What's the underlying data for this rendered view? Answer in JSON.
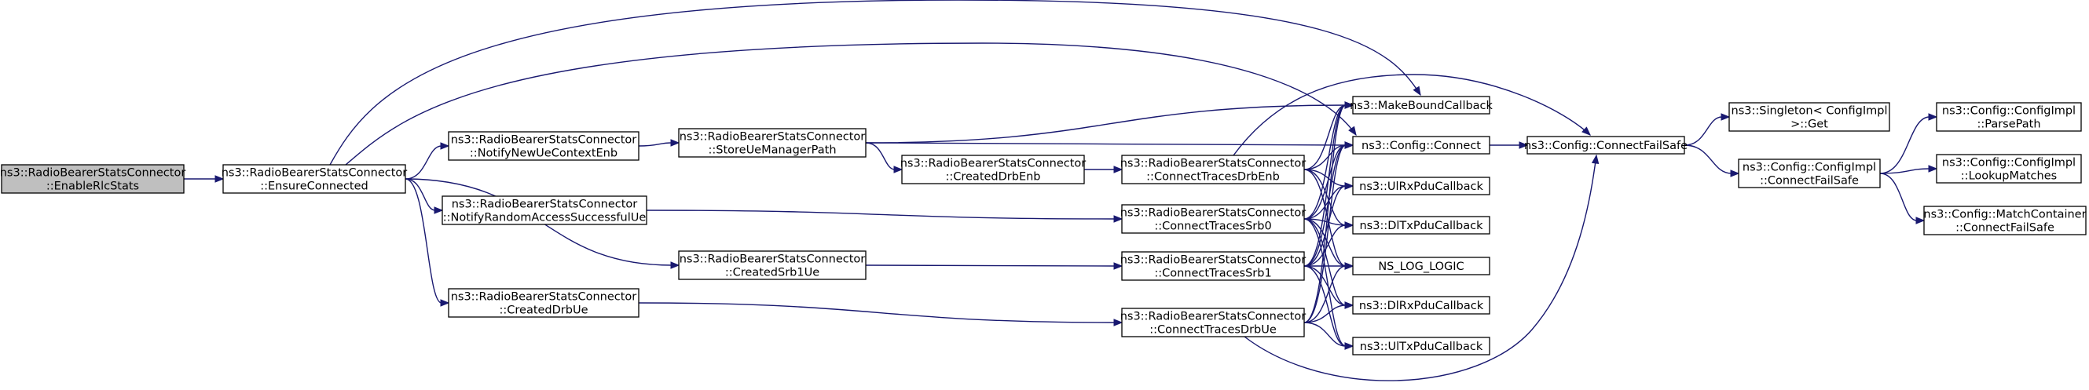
{
  "nodes": {
    "enable_rlc_stats": [
      "ns3::RadioBearerStatsConnector",
      "::EnableRlcStats"
    ],
    "ensure_connected": [
      "ns3::RadioBearerStatsConnector",
      "::EnsureConnected"
    ],
    "notify_new_ue_context_enb": [
      "ns3::RadioBearerStatsConnector",
      "::NotifyNewUeContextEnb"
    ],
    "notify_random_access_successful_ue": [
      "ns3::RadioBearerStatsConnector",
      "::NotifyRandomAccessSuccessfulUe"
    ],
    "created_drb_ue": [
      "ns3::RadioBearerStatsConnector",
      "::CreatedDrbUe"
    ],
    "store_ue_manager_path": [
      "ns3::RadioBearerStatsConnector",
      "::StoreUeManagerPath"
    ],
    "created_srb1_ue": [
      "ns3::RadioBearerStatsConnector",
      "::CreatedSrb1Ue"
    ],
    "created_drb_enb": [
      "ns3::RadioBearerStatsConnector",
      "::CreatedDrbEnb"
    ],
    "connect_traces_drb_enb": [
      "ns3::RadioBearerStatsConnector",
      "::ConnectTracesDrbEnb"
    ],
    "connect_traces_srb0": [
      "ns3::RadioBearerStatsConnector",
      "::ConnectTracesSrb0"
    ],
    "connect_traces_srb1": [
      "ns3::RadioBearerStatsConnector",
      "::ConnectTracesSrb1"
    ],
    "connect_traces_drb_ue": [
      "ns3::RadioBearerStatsConnector",
      "::ConnectTracesDrbUe"
    ],
    "make_bound_callback": [
      "ns3::MakeBoundCallback"
    ],
    "config_connect": [
      "ns3::Config::Connect"
    ],
    "ul_rx_pdu_callback": [
      "ns3::UlRxPduCallback"
    ],
    "dl_tx_pdu_callback": [
      "ns3::DlTxPduCallback"
    ],
    "ns_log_logic": [
      "NS_LOG_LOGIC"
    ],
    "dl_rx_pdu_callback": [
      "ns3::DlRxPduCallback"
    ],
    "ul_tx_pdu_callback": [
      "ns3::UlTxPduCallback"
    ],
    "config_connect_fail_safe": [
      "ns3::Config::ConnectFailSafe"
    ],
    "singleton_get": [
      "ns3::Singleton< ConfigImpl",
      " >::Get"
    ],
    "config_impl_connect_fail_safe": [
      "ns3::Config::ConfigImpl",
      "::ConnectFailSafe"
    ],
    "config_impl_parse_path": [
      "ns3::Config::ConfigImpl",
      "::ParsePath"
    ],
    "config_impl_lookup_matches": [
      "ns3::Config::ConfigImpl",
      "::LookupMatches"
    ],
    "match_container_connect_fail_safe": [
      "ns3::Config::MatchContainer",
      "::ConnectFailSafe"
    ]
  },
  "edges": [
    [
      "enable_rlc_stats",
      "ensure_connected"
    ],
    [
      "ensure_connected",
      "notify_new_ue_context_enb"
    ],
    [
      "ensure_connected",
      "notify_random_access_successful_ue"
    ],
    [
      "ensure_connected",
      "created_drb_ue"
    ],
    [
      "ensure_connected",
      "created_srb1_ue"
    ],
    [
      "ensure_connected",
      "make_bound_callback"
    ],
    [
      "ensure_connected",
      "config_connect"
    ],
    [
      "notify_new_ue_context_enb",
      "store_ue_manager_path"
    ],
    [
      "notify_random_access_successful_ue",
      "connect_traces_srb0"
    ],
    [
      "created_drb_ue",
      "connect_traces_drb_ue"
    ],
    [
      "store_ue_manager_path",
      "created_drb_enb"
    ],
    [
      "store_ue_manager_path",
      "make_bound_callback"
    ],
    [
      "store_ue_manager_path",
      "config_connect"
    ],
    [
      "created_srb1_ue",
      "connect_traces_srb1"
    ],
    [
      "created_drb_enb",
      "connect_traces_drb_enb"
    ],
    [
      "connect_traces_drb_enb",
      "make_bound_callback"
    ],
    [
      "connect_traces_drb_enb",
      "config_connect"
    ],
    [
      "connect_traces_drb_enb",
      "ul_rx_pdu_callback"
    ],
    [
      "connect_traces_drb_enb",
      "dl_tx_pdu_callback"
    ],
    [
      "connect_traces_drb_enb",
      "ns_log_logic"
    ],
    [
      "connect_traces_drb_enb",
      "config_connect_fail_safe"
    ],
    [
      "connect_traces_srb0",
      "config_connect"
    ],
    [
      "connect_traces_srb0",
      "ul_rx_pdu_callback"
    ],
    [
      "connect_traces_srb0",
      "dl_tx_pdu_callback"
    ],
    [
      "connect_traces_srb0",
      "ns_log_logic"
    ],
    [
      "connect_traces_srb0",
      "dl_rx_pdu_callback"
    ],
    [
      "connect_traces_srb0",
      "ul_tx_pdu_callback"
    ],
    [
      "connect_traces_srb0",
      "make_bound_callback"
    ],
    [
      "connect_traces_srb1",
      "make_bound_callback"
    ],
    [
      "connect_traces_srb1",
      "config_connect"
    ],
    [
      "connect_traces_srb1",
      "ul_rx_pdu_callback"
    ],
    [
      "connect_traces_srb1",
      "dl_tx_pdu_callback"
    ],
    [
      "connect_traces_srb1",
      "ns_log_logic"
    ],
    [
      "connect_traces_srb1",
      "dl_rx_pdu_callback"
    ],
    [
      "connect_traces_srb1",
      "ul_tx_pdu_callback"
    ],
    [
      "connect_traces_drb_ue",
      "make_bound_callback"
    ],
    [
      "connect_traces_drb_ue",
      "config_connect"
    ],
    [
      "connect_traces_drb_ue",
      "ns_log_logic"
    ],
    [
      "connect_traces_drb_ue",
      "dl_rx_pdu_callback"
    ],
    [
      "connect_traces_drb_ue",
      "ul_tx_pdu_callback"
    ],
    [
      "connect_traces_drb_ue",
      "config_connect_fail_safe"
    ],
    [
      "config_connect",
      "config_connect_fail_safe"
    ],
    [
      "config_connect_fail_safe",
      "singleton_get"
    ],
    [
      "config_connect_fail_safe",
      "config_impl_connect_fail_safe"
    ],
    [
      "config_impl_connect_fail_safe",
      "config_impl_parse_path"
    ],
    [
      "config_impl_connect_fail_safe",
      "config_impl_lookup_matches"
    ],
    [
      "config_impl_connect_fail_safe",
      "match_container_connect_fail_safe"
    ]
  ]
}
